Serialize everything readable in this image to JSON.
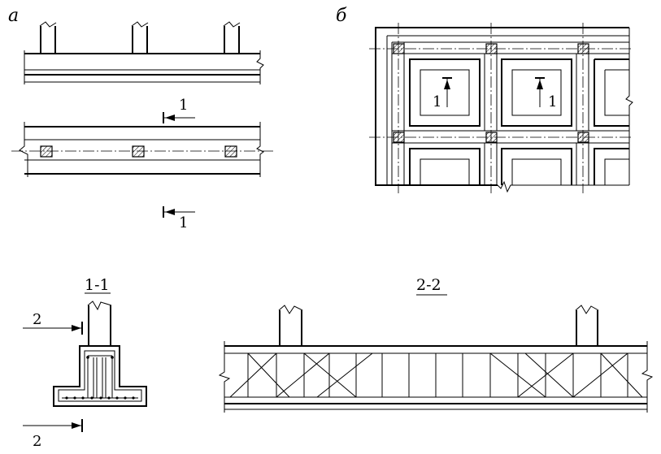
{
  "panel_a": {
    "label": "а",
    "cut_label_top": "1",
    "cut_label_bottom": "1"
  },
  "panel_b": {
    "label": "б",
    "cut_label_left": "1",
    "cut_label_right": "1"
  },
  "section_1_1": {
    "title": "1-1",
    "cut_label_top": "2",
    "cut_label_bottom": "2"
  },
  "section_2_2": {
    "title": "2-2"
  }
}
